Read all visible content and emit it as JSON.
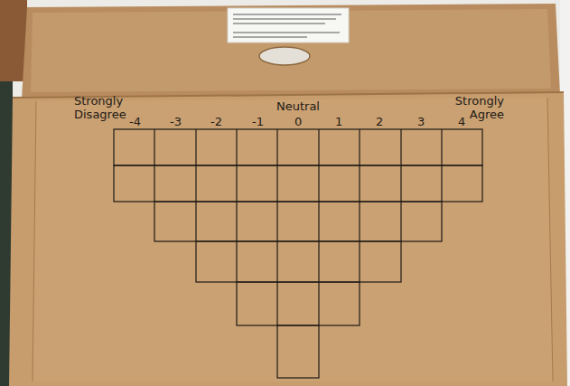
{
  "diagram": {
    "labels": [
      "Strongly Disagree",
      "Neutral",
      "Strongly Agree",
      "-4",
      "-3",
      "-2",
      "-1",
      "0",
      "1",
      "2",
      "3",
      "4"
    ]
  }
}
